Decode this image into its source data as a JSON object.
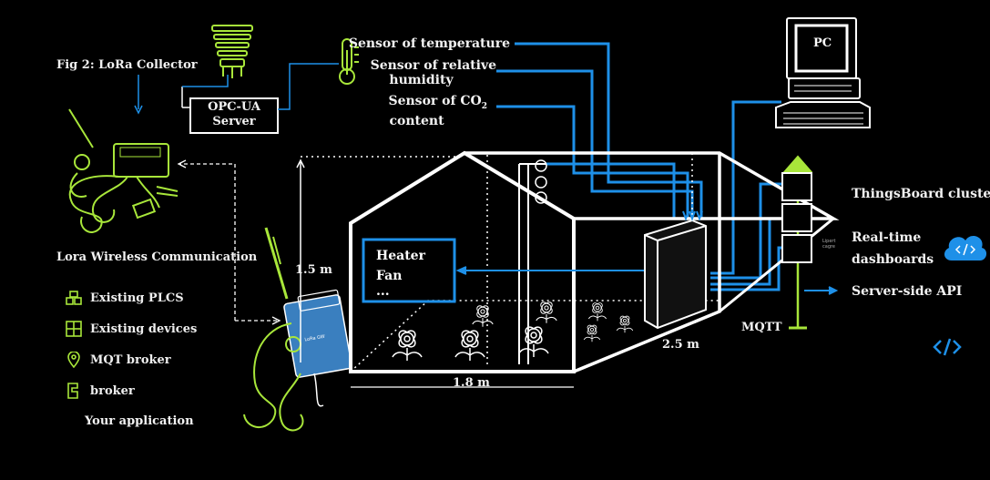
{
  "title": "Fig 2: LoRa Collector",
  "sensors": {
    "temperature": "Sensor of temperature",
    "humidity_line1": "Sensor of relative",
    "humidity_line2": "humidity",
    "co2_line1": "Sensor of CO",
    "co2_sub": "2",
    "co2_line2": "content"
  },
  "opcua": {
    "line1": "OPC-UA",
    "line2": "Server"
  },
  "pc_label": "PC",
  "lora_label": "Lora Wireless Communication",
  "legend": [
    {
      "icon": "plcs-icon",
      "label": "Existing PLCS"
    },
    {
      "icon": "devices-icon",
      "label": "Existing devices"
    },
    {
      "icon": "location-pin-icon",
      "label": "MQT broker"
    },
    {
      "icon": "broker-icon",
      "label": "broker"
    }
  ],
  "your_application": "Your application",
  "greenhouse": {
    "height_label": "1.5 m",
    "width_label": "1.8 m",
    "depth_label": "2.5 m",
    "heater_line1": "Heater",
    "heater_line2": "Fan",
    "heater_line3": "..."
  },
  "mqtt_label": "MQTT",
  "tower_small": "Lipert cagre",
  "thingsboard": {
    "cluster": "ThingsBoard cluster",
    "realtime_line1": "Real-time",
    "realtime_line2": "dashboards",
    "api": "Server-side API"
  },
  "colors": {
    "accent_blue": "#1e90e8",
    "lime": "#a8e63a",
    "line_white": "#ffffff"
  }
}
